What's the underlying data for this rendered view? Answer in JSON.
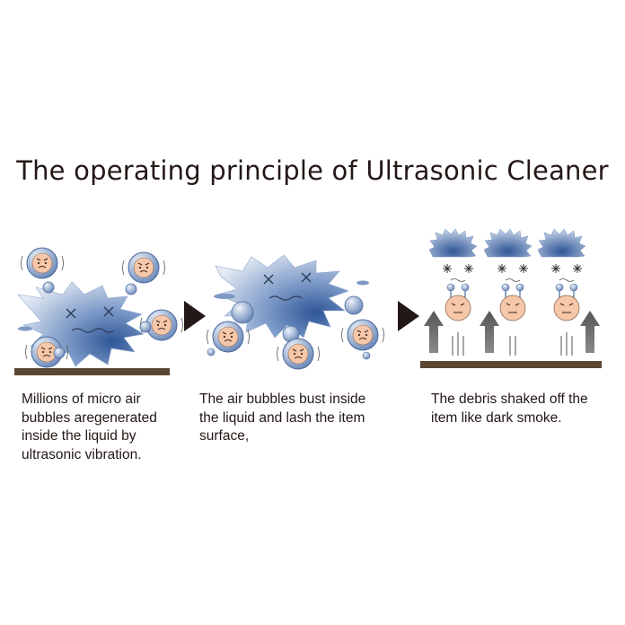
{
  "title": "The operating principle of Ultrasonic Cleaner",
  "steps": [
    {
      "lines": [
        "Millions of micro air",
        "bubbles aregenerated",
        "inside the liquid by",
        "ultrasonic vibration."
      ]
    },
    {
      "lines": [
        "The air bubbles bust inside",
        "the liquid and lash the item",
        "surface,"
      ]
    },
    {
      "lines": [
        "The debris shaked off the",
        "item like dark smoke."
      ]
    }
  ],
  "colors": {
    "text": "#231815",
    "splash_light": "#dfe7f1",
    "splash_dark": "#2f5697",
    "bubble": "#6f8fbe",
    "face": "#f6c7a8",
    "surface": "#5a4632",
    "arrow": "#6b6b6b",
    "step_arrow": "#231815"
  },
  "icons": [
    "splash-icon",
    "bubble-character-icon",
    "play-arrow-icon",
    "up-arrow-icon",
    "smoke-icon",
    "sparkle-icon"
  ]
}
